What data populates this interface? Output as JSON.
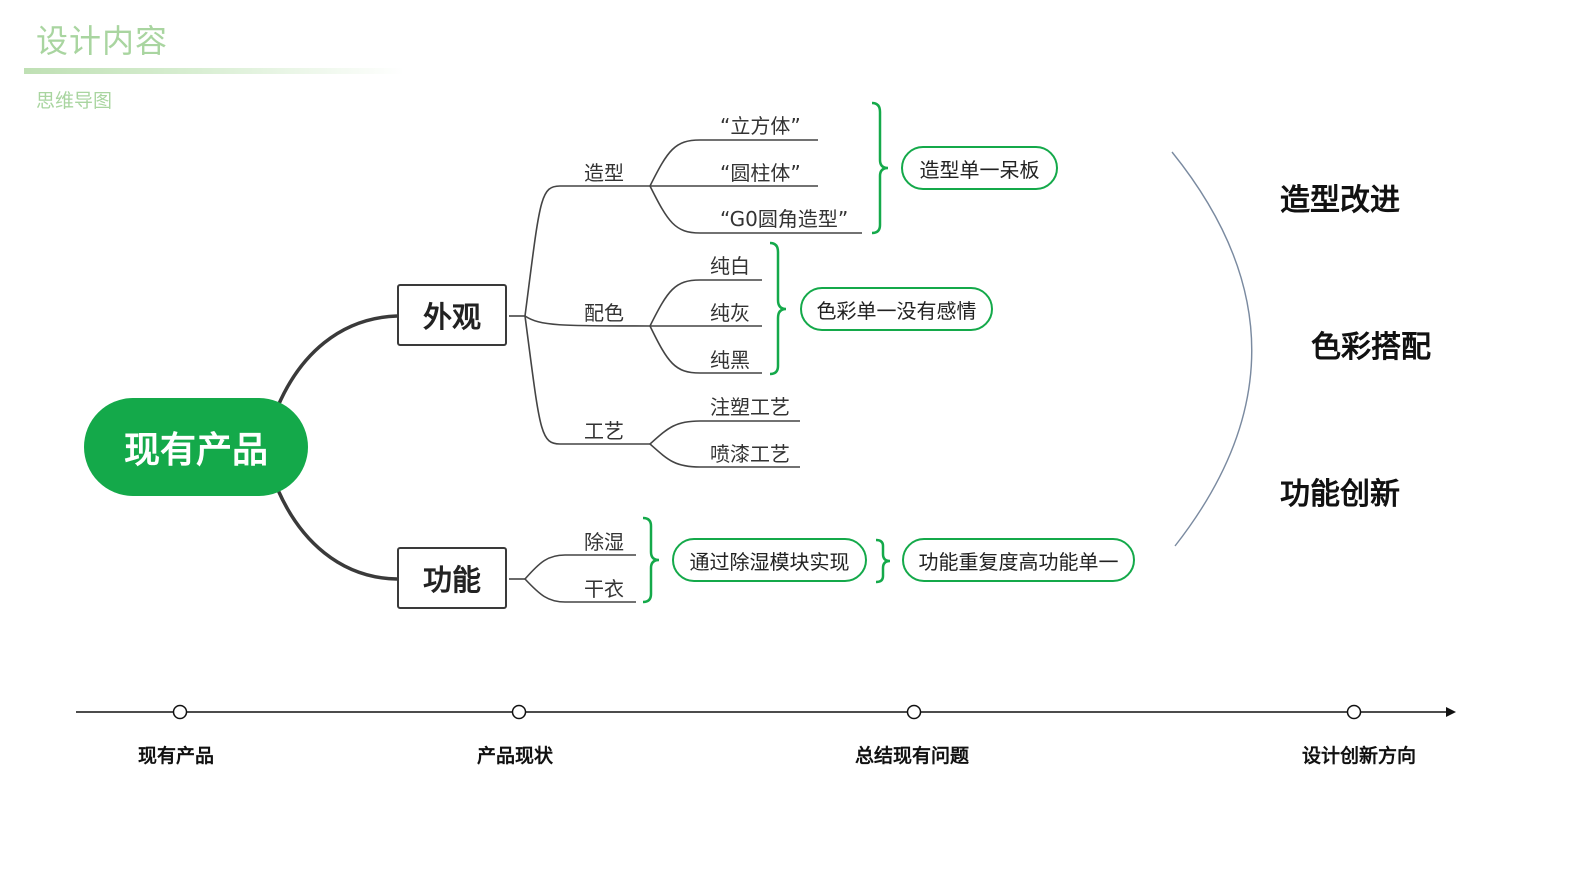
{
  "header": {
    "title": "设计内容",
    "subtitle": "思维导图"
  },
  "mindmap": {
    "root": "现有产品",
    "branches": {
      "appearance": {
        "label": "外观",
        "categories": {
          "shape": {
            "label": "造型",
            "items": [
              "“立方体”",
              "“圆柱体”",
              "“G0圆角造型”"
            ],
            "summary": "造型单一呆板"
          },
          "color": {
            "label": "配色",
            "items": [
              "纯白",
              "纯灰",
              "纯黑"
            ],
            "summary": "色彩单一没有感情"
          },
          "craft": {
            "label": "工艺",
            "items": [
              "注塑工艺",
              "喷漆工艺"
            ]
          }
        }
      },
      "function": {
        "label": "功能",
        "items": [
          "除湿",
          "干衣"
        ],
        "summary": "通过除湿模块实现",
        "conclusion": "功能重复度高功能单一"
      }
    }
  },
  "directions": [
    "造型改进",
    "色彩搭配",
    "功能创新"
  ],
  "timeline": [
    "现有产品",
    "产品现状",
    "总结现有问题",
    "设计创新方向"
  ],
  "colors": {
    "accent": "#14a94a",
    "header_text": "#a9d5a0",
    "line": "#3a3a3a"
  }
}
